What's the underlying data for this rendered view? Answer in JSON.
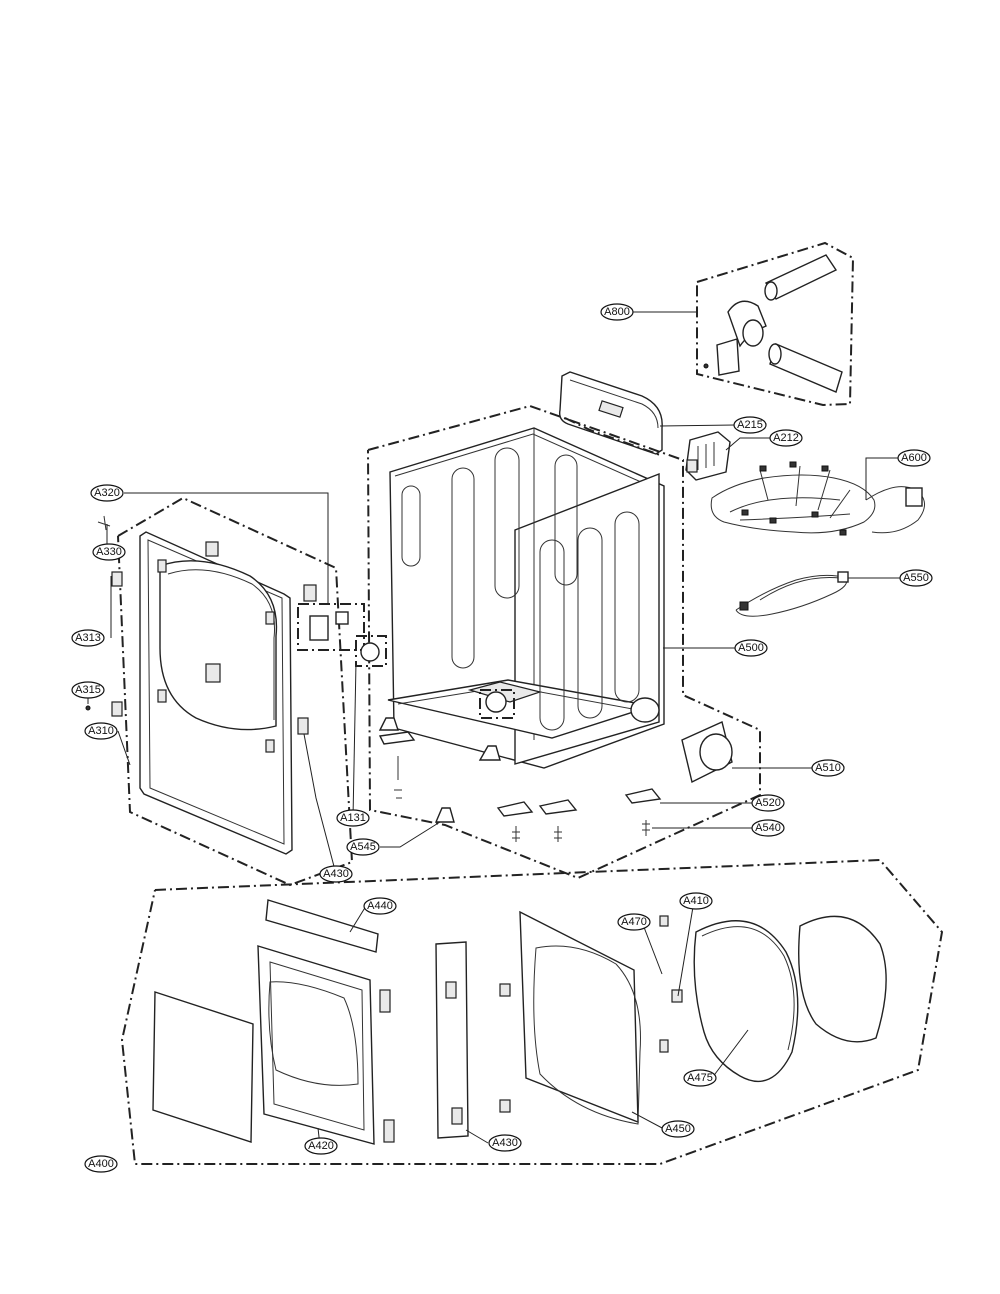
{
  "callouts": {
    "a800": "A800",
    "a215": "A215",
    "a212": "A212",
    "a600": "A600",
    "a550": "A550",
    "a500": "A500",
    "a510": "A510",
    "a520": "A520",
    "a540": "A540",
    "a545": "A545",
    "a131": "A131",
    "a320": "A320",
    "a330": "A330",
    "a313": "A313",
    "a315": "A315",
    "a310": "A310",
    "a430_upper": "A430",
    "a440": "A440",
    "a470": "A470",
    "a410": "A410",
    "a475": "A475",
    "a450": "A450",
    "a420": "A420",
    "a430_lower": "A430",
    "a400": "A400"
  }
}
